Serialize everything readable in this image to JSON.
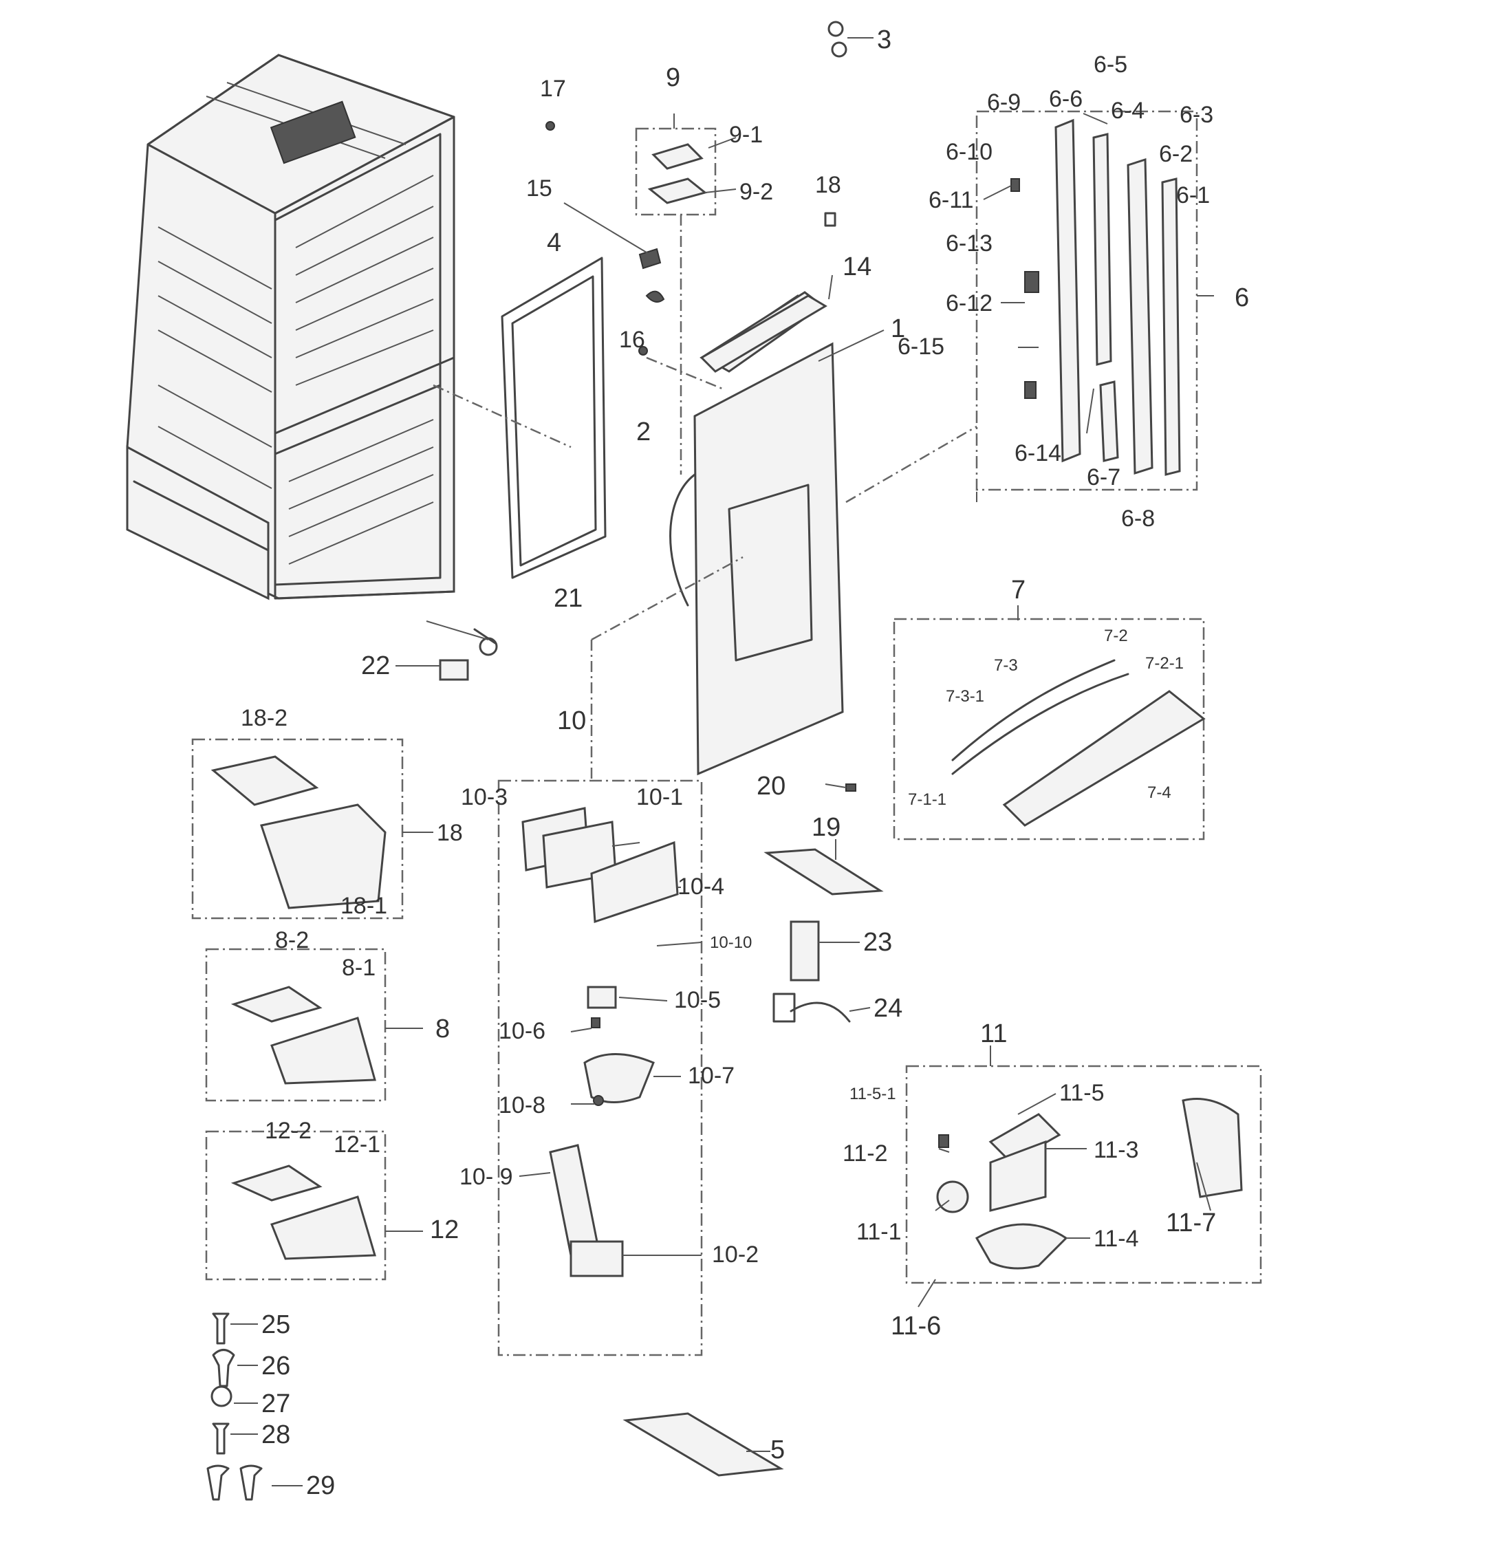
{
  "diagram": {
    "labels": {
      "p1": "1",
      "p2": "2",
      "p3": "3",
      "p4": "4",
      "p5": "5",
      "p6": "6",
      "p6_1": "6-1",
      "p6_2": "6-2",
      "p6_3": "6-3",
      "p6_4": "6-4",
      "p6_5": "6-5",
      "p6_6": "6-6",
      "p6_7": "6-7",
      "p6_8": "6-8",
      "p6_9": "6-9",
      "p6_10": "6-10",
      "p6_11": "6-11",
      "p6_12": "6-12",
      "p6_13": "6-13",
      "p6_14": "6-14",
      "p6_15": "6-15",
      "p7": "7",
      "p7_1_1": "7-1-1",
      "p7_2": "7-2",
      "p7_2_1": "7-2-1",
      "p7_3": "7-3",
      "p7_3_1": "7-3-1",
      "p7_4": "7-4",
      "p8": "8",
      "p8_1": "8-1",
      "p8_2": "8-2",
      "p9": "9",
      "p9_1": "9-1",
      "p9_2": "9-2",
      "p10": "10",
      "p10_1": "10-1",
      "p10_2": "10-2",
      "p10_3": "10-3",
      "p10_4": "10-4",
      "p10_5": "10-5",
      "p10_6": "10-6",
      "p10_7": "10-7",
      "p10_8": "10-8",
      "p10_9": "10- 9",
      "p10_10": "10-10",
      "p11": "11",
      "p11_1": "11-1",
      "p11_2": "11-2",
      "p11_3": "11-3",
      "p11_4": "11-4",
      "p11_5": "11-5",
      "p11_5_1": "11-5-1",
      "p11_6": "11-6",
      "p11_7": "11-7",
      "p12": "12",
      "p12_1": "12-1",
      "p12_2": "12-2",
      "p14": "14",
      "p15": "15",
      "p16": "16",
      "p17": "17",
      "p18a": "18",
      "p18b": "18",
      "p18_1": "18-1",
      "p18_2": "18-2",
      "p19": "19",
      "p20": "20",
      "p21": "21",
      "p22": "22",
      "p23": "23",
      "p24": "24",
      "p25": "25",
      "p26": "26",
      "p27": "27",
      "p28": "28",
      "p29": "29"
    }
  }
}
